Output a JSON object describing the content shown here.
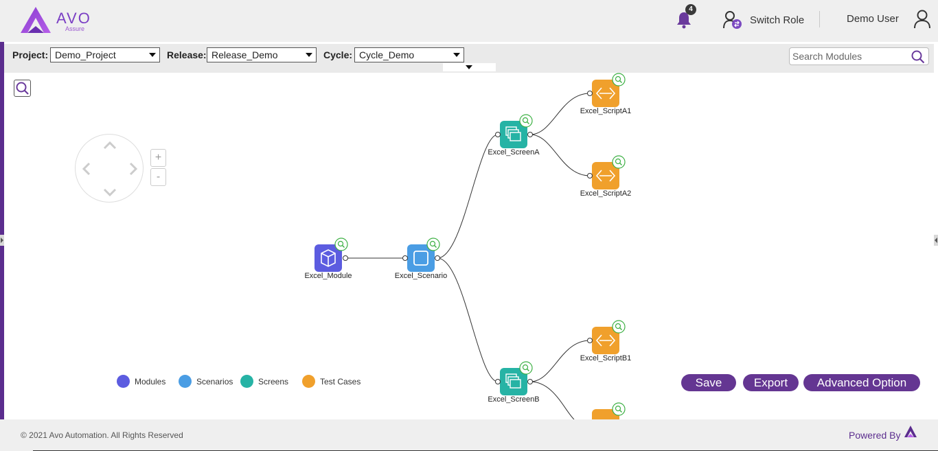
{
  "header": {
    "logo_text": "AVO",
    "logo_sub": "Assure",
    "notification_count": "4",
    "switch_role_label": "Switch Role",
    "user_name": "Demo User"
  },
  "toolbar": {
    "project_label": "Project:",
    "project_value": "Demo_Project",
    "release_label": "Release:",
    "release_value": "Release_Demo",
    "cycle_label": "Cycle:",
    "cycle_value": "Cycle_Demo",
    "search_placeholder": "Search Modules"
  },
  "canvas": {
    "zoom_in": "+",
    "zoom_out": "-",
    "nodes": {
      "module": "Excel_Module",
      "scenario": "Excel_Scenario",
      "screen_a": "Excel_ScreenA",
      "screen_b": "Excel_ScreenB",
      "script_a1": "Excel_ScriptA1",
      "script_a2": "Excel_ScriptA2",
      "script_b1": "Excel_ScriptB1"
    },
    "legend": [
      {
        "label": "Modules",
        "color": "#5c5ce0"
      },
      {
        "label": "Scenarios",
        "color": "#4a9de4"
      },
      {
        "label": "Screens",
        "color": "#26b3a5"
      },
      {
        "label": "Test Cases",
        "color": "#f0a02c"
      }
    ],
    "actions": {
      "save": "Save",
      "export": "Export",
      "advanced": "Advanced Option"
    }
  },
  "colors": {
    "brand_purple": "#643692",
    "module": "#5c5ce0",
    "scenario": "#4a9de4",
    "screen": "#26b3a5",
    "testcase": "#f0a02c",
    "review_badge": "#3cb043"
  },
  "footer": {
    "copyright": "© 2021 Avo Automation. All Rights Reserved",
    "powered_by": "Powered By"
  }
}
